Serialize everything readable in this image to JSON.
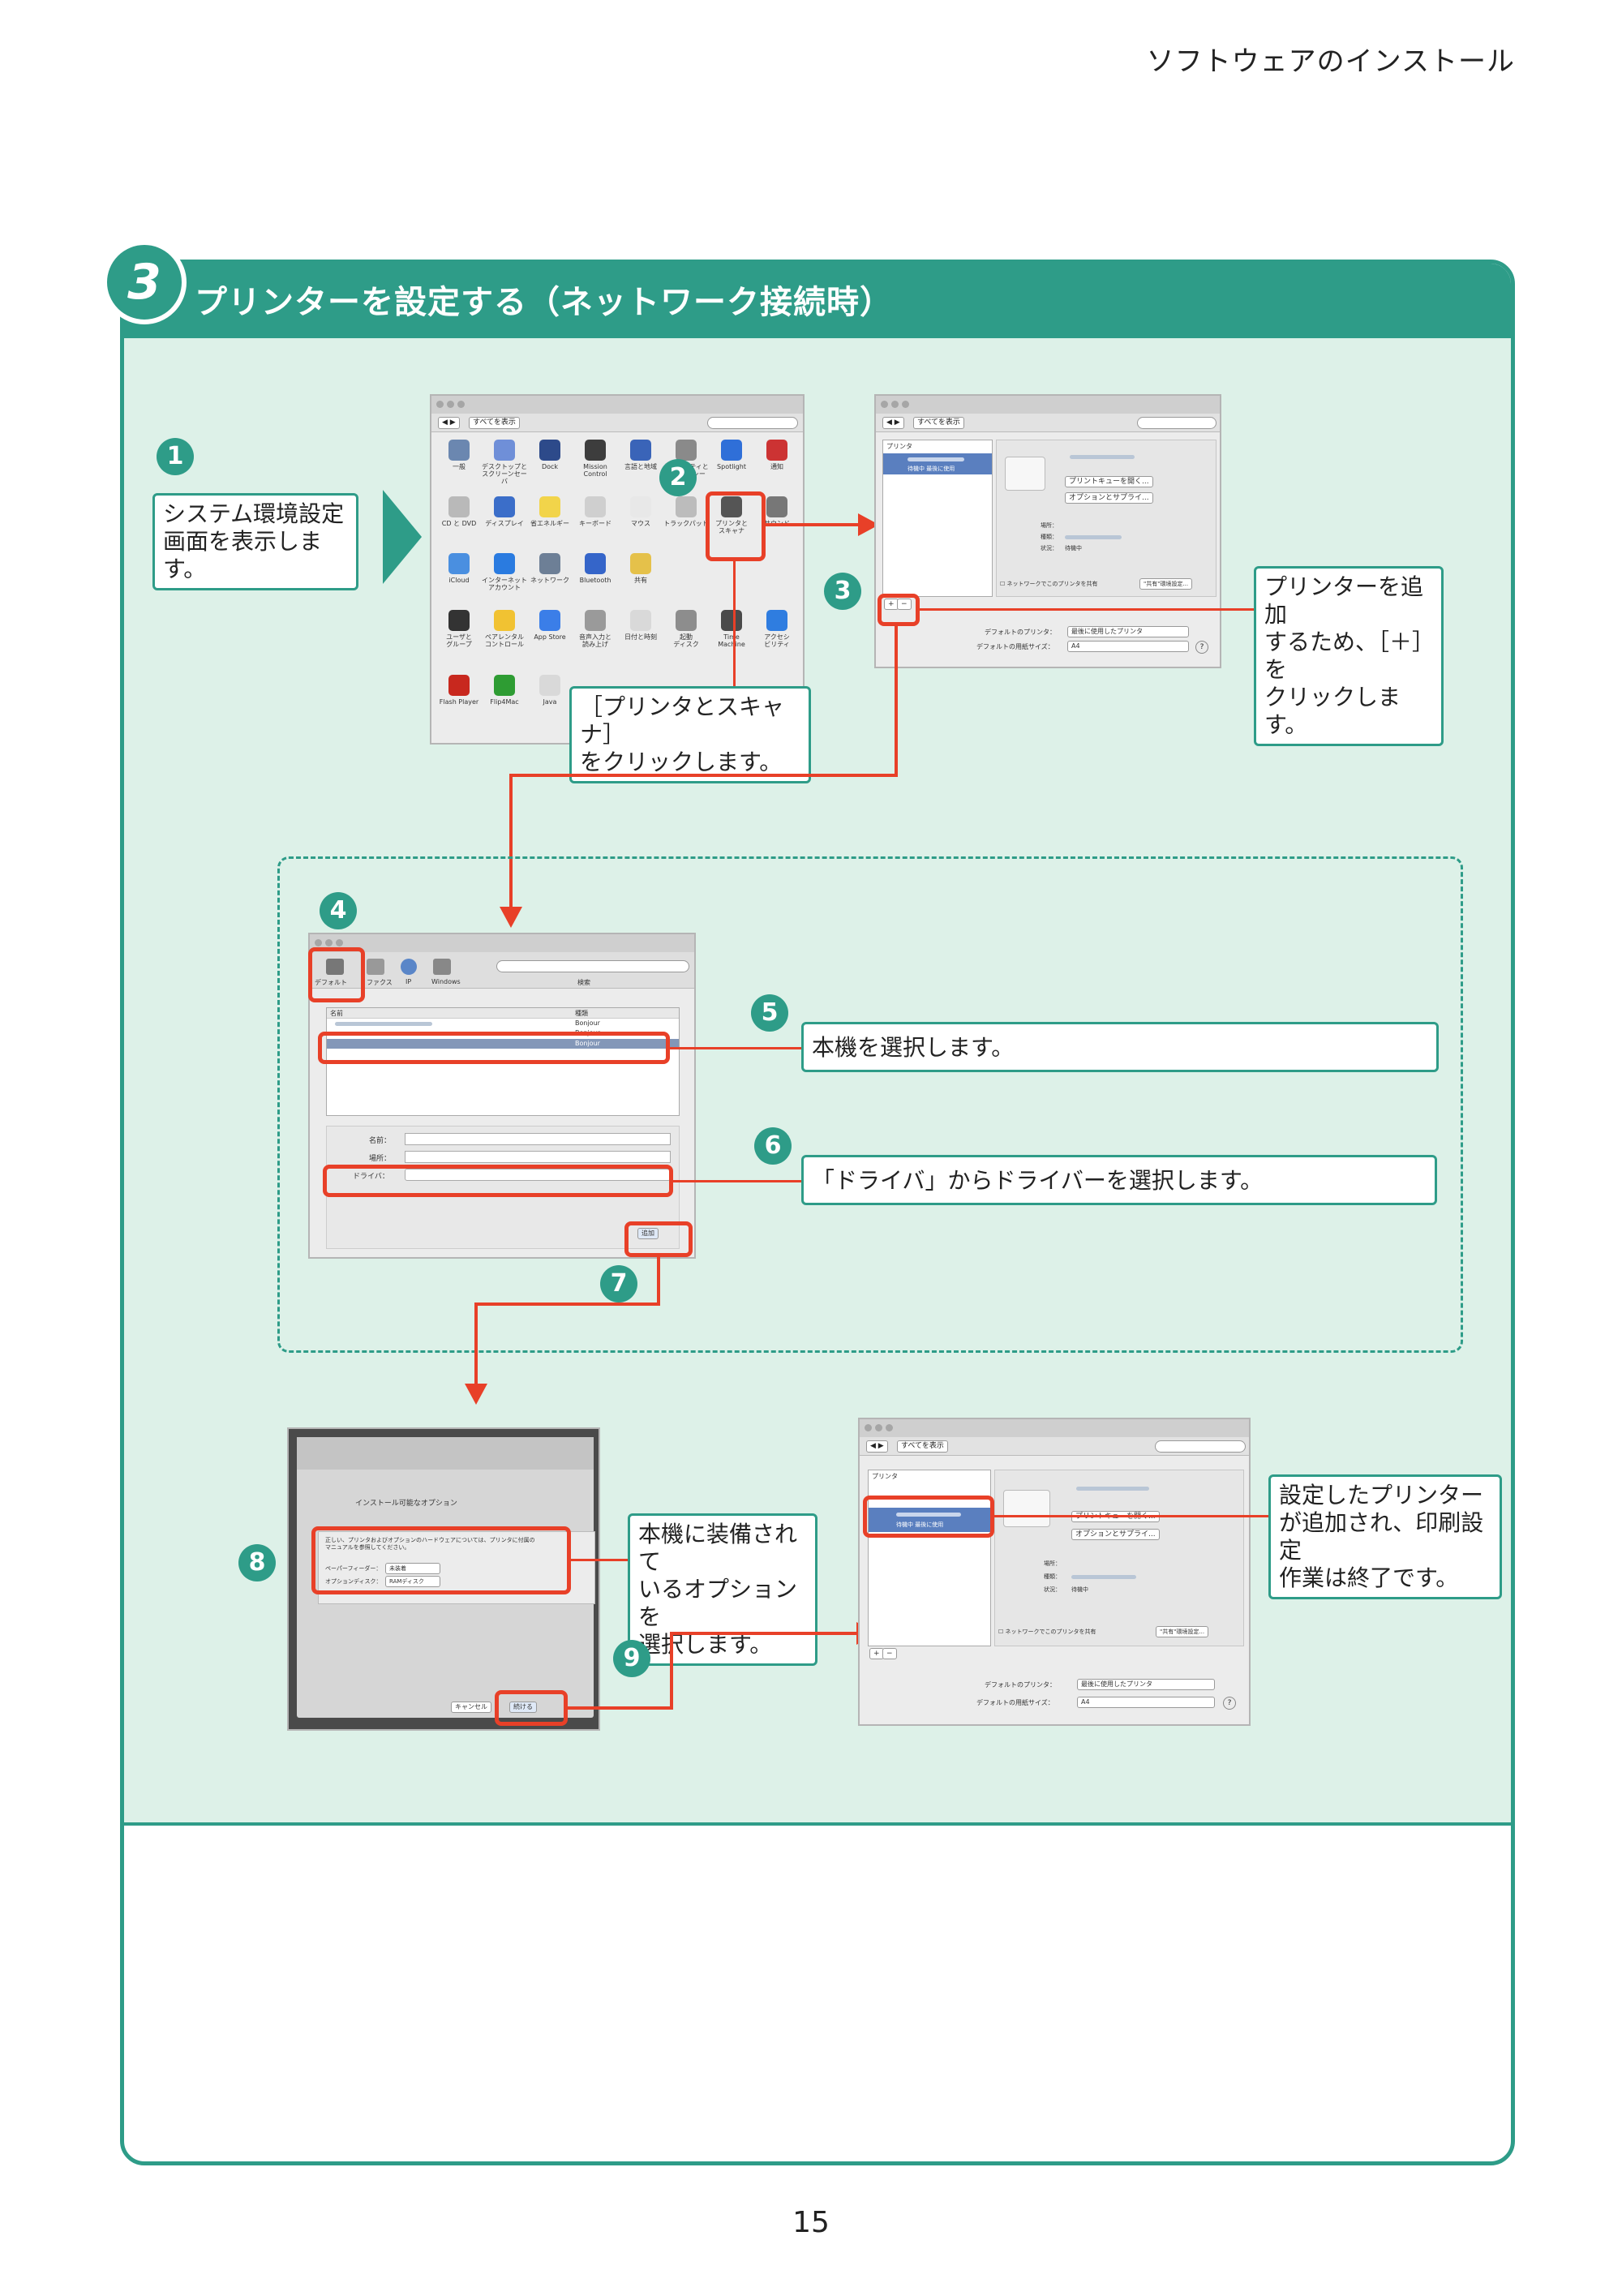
{
  "header": {
    "title": "ソフトウェアのインストール"
  },
  "section": {
    "step": "3",
    "title": "プリンターを設定する（ネットワーク接続時）"
  },
  "steps": [
    "1",
    "2",
    "3",
    "4",
    "5",
    "6",
    "7",
    "8",
    "9"
  ],
  "callouts": {
    "c1": "システム環境設定\n画面を表示します。",
    "c2": "［プリンタとスキャナ］\nをクリックします。",
    "c3": "プリンターを追加\nするため、［＋］を\nクリックします。",
    "c5": "本機を選択します。",
    "c6": "「ドライバ」からドライバーを選択します。",
    "c8": "本機に装備されて\nいるオプションを\n選択します。",
    "c9": "設定したプリンター\nが追加され、印刷設定\n作業は終了です。"
  },
  "screen_prefs": {
    "show_all": "すべてを表示",
    "items": [
      {
        "label": "一般",
        "color": "#6b87b0"
      },
      {
        "label": "デスクトップと\nスクリーンセーバ",
        "color": "#6f8fd8"
      },
      {
        "label": "Dock",
        "color": "#2d4a8a"
      },
      {
        "label": "Mission\nControl",
        "color": "#3d3d3d"
      },
      {
        "label": "言語と地域",
        "color": "#3a64b8"
      },
      {
        "label": "セキュリティと\nプライバシー",
        "color": "#8a8a8a"
      },
      {
        "label": "Spotlight",
        "color": "#2f6fd8"
      },
      {
        "label": "通知",
        "color": "#c33"
      },
      {
        "label": "CD と DVD",
        "color": "#b9b9b9"
      },
      {
        "label": "ディスプレイ",
        "color": "#3b6ec9"
      },
      {
        "label": "省エネルギー",
        "color": "#f2d44a"
      },
      {
        "label": "キーボード",
        "color": "#cfcfcf"
      },
      {
        "label": "マウス",
        "color": "#e8e8e8"
      },
      {
        "label": "トラックパッド",
        "color": "#bcbcbc"
      },
      {
        "label": "プリンタと\nスキャナ",
        "color": "#555"
      },
      {
        "label": "サウンド",
        "color": "#777"
      },
      {
        "label": "iCloud",
        "color": "#4a8fe0"
      },
      {
        "label": "インターネット\nアカウント",
        "color": "#2a7be0"
      },
      {
        "label": "ネットワーク",
        "color": "#6d7f96"
      },
      {
        "label": "Bluetooth",
        "color": "#3565c9"
      },
      {
        "label": "共有",
        "color": "#e5c14a"
      },
      {
        "label": "ユーザと\nグループ",
        "color": "#333"
      },
      {
        "label": "ペアレンタル\nコントロール",
        "color": "#f1c232"
      },
      {
        "label": "App Store",
        "color": "#3b7ee8"
      },
      {
        "label": "音声入力と\n読み上げ",
        "color": "#9a9a9a"
      },
      {
        "label": "日付と時刻",
        "color": "#d9d9d9"
      },
      {
        "label": "起動\nディスク",
        "color": "#8d8d8d"
      },
      {
        "label": "Time\nMachine",
        "color": "#4a4a4a"
      },
      {
        "label": "アクセシ\nビリティ",
        "color": "#2f7de0"
      },
      {
        "label": "Flash Player",
        "color": "#c8281e"
      },
      {
        "label": "Flip4Mac",
        "color": "#2e9c33"
      },
      {
        "label": "Java",
        "color": "#d9d9d9"
      }
    ]
  },
  "screen_printers": {
    "show_all": "すべてを表示",
    "list_header": "プリンタ",
    "printer_status": "待機中 最後に使用",
    "open_queue": "プリントキューを開く...",
    "options_supplies": "オプションとサプライ...",
    "loc_label": "場所：",
    "kind_label": "種類：",
    "status_label": "状況：",
    "status_value": "待機中",
    "share": "ネットワークでこのプリンタを共有",
    "share_prefs": "\"共有\"環境設定...",
    "default_printer_label": "デフォルトのプリンタ：",
    "default_printer_value": "最後に使用したプリンタ",
    "default_paper_label": "デフォルトの用紙サイズ：",
    "default_paper_value": "A4",
    "plus": "+",
    "minus": "−"
  },
  "screen_add": {
    "tabs": [
      "デフォルト",
      "ファクス",
      "IP",
      "Windows"
    ],
    "search": "検索",
    "col_name": "名前",
    "col_kind": "種類",
    "kinds": [
      "Bonjour",
      "Bonjour",
      "Bonjour"
    ],
    "name_label": "名前：",
    "loc_label": "場所：",
    "driver_label": "ドライバ：",
    "add_button": "追加"
  },
  "screen_options": {
    "heading": "インストール可能なオプション",
    "note": "正しい、プリンタおよびオプションのハードウェアについては、プリンタに付属の\nマニュアルを参照してください。",
    "paper_feeder_label": "ペーパーフィーダー：",
    "paper_feeder_value": "未装着",
    "option_disk_label": "オプションディスク：",
    "option_disk_value": "RAMディスク",
    "cancel": "キャンセル",
    "continue": "続ける"
  },
  "page_number": "15"
}
